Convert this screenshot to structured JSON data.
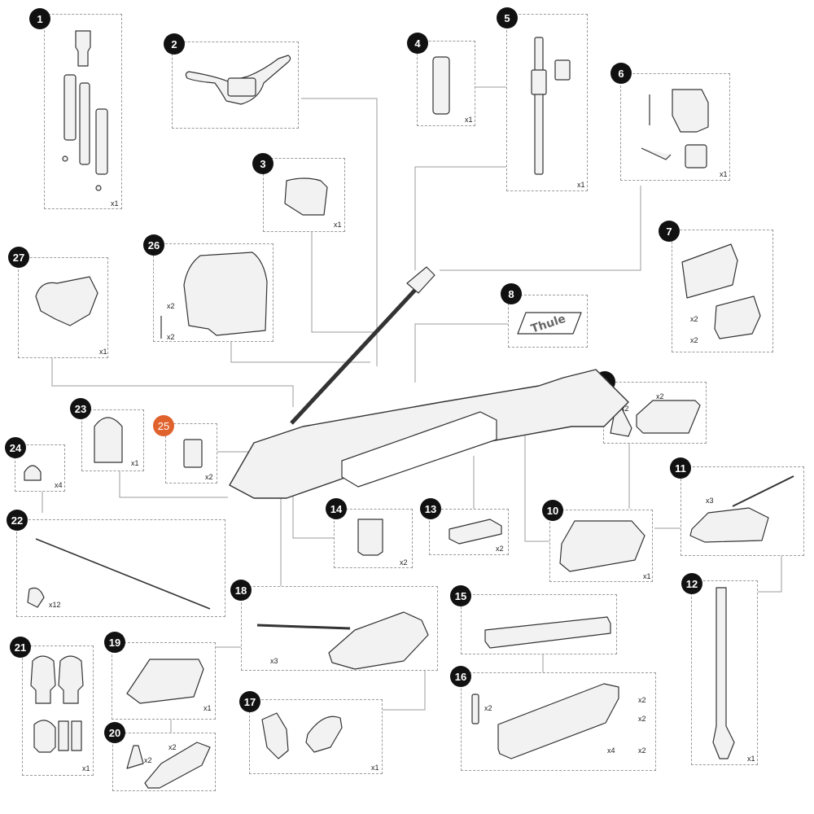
{
  "brand": {
    "logo_text": "Thule"
  },
  "colors": {
    "badge": "#111111",
    "badge_highlight": "#e0622d",
    "box_border": "#9a9a9a",
    "line": "#999999"
  },
  "parts": [
    {
      "id": "p1",
      "num": "1",
      "qty": "x1",
      "highlight": false
    },
    {
      "id": "p2",
      "num": "2",
      "qty": "",
      "highlight": false
    },
    {
      "id": "p3",
      "num": "3",
      "qty": "x1",
      "highlight": false
    },
    {
      "id": "p4",
      "num": "4",
      "qty": "x1",
      "highlight": false
    },
    {
      "id": "p5",
      "num": "5",
      "qty": "x1",
      "highlight": false
    },
    {
      "id": "p6",
      "num": "6",
      "qty": "x1",
      "highlight": false
    },
    {
      "id": "p7",
      "num": "7",
      "qty": "",
      "highlight": false
    },
    {
      "id": "p8",
      "num": "8",
      "qty": "",
      "highlight": false
    },
    {
      "id": "p9",
      "num": "9",
      "qty": "",
      "highlight": false
    },
    {
      "id": "p10",
      "num": "10",
      "qty": "x1",
      "highlight": false
    },
    {
      "id": "p11",
      "num": "11",
      "qty": "",
      "highlight": false
    },
    {
      "id": "p12",
      "num": "12",
      "qty": "x1",
      "highlight": false
    },
    {
      "id": "p13",
      "num": "13",
      "qty": "x2",
      "highlight": false
    },
    {
      "id": "p14",
      "num": "14",
      "qty": "x2",
      "highlight": false
    },
    {
      "id": "p15",
      "num": "15",
      "qty": "",
      "highlight": false
    },
    {
      "id": "p16",
      "num": "16",
      "qty": "",
      "highlight": false
    },
    {
      "id": "p17",
      "num": "17",
      "qty": "x1",
      "highlight": false
    },
    {
      "id": "p18",
      "num": "18",
      "qty": "",
      "highlight": false
    },
    {
      "id": "p19",
      "num": "19",
      "qty": "x1",
      "highlight": false
    },
    {
      "id": "p20",
      "num": "20",
      "qty": "",
      "highlight": false
    },
    {
      "id": "p21",
      "num": "21",
      "qty": "x1",
      "highlight": false
    },
    {
      "id": "p22",
      "num": "22",
      "qty": "",
      "highlight": false
    },
    {
      "id": "p23",
      "num": "23",
      "qty": "x1",
      "highlight": false
    },
    {
      "id": "p24",
      "num": "24",
      "qty": "x4",
      "highlight": false
    },
    {
      "id": "p25",
      "num": "25",
      "qty": "x2",
      "highlight": true
    },
    {
      "id": "p26",
      "num": "26",
      "qty": "",
      "highlight": false
    },
    {
      "id": "p27",
      "num": "27",
      "qty": "x1",
      "highlight": false
    }
  ],
  "sub_qty": {
    "p7_a": "x2",
    "p7_b": "x2",
    "p9_a": "x2",
    "p9_b": "x2",
    "p11_a": "x3",
    "p16_a": "x2",
    "p16_b": "x2",
    "p16_c": "x2",
    "p16_d": "x2",
    "p16_e": "x4",
    "p17_none": "",
    "p18_a": "x3",
    "p20_a": "x2",
    "p20_b": "x2",
    "p22_a": "x12",
    "p26_a": "x2",
    "p26_b": "x2"
  }
}
